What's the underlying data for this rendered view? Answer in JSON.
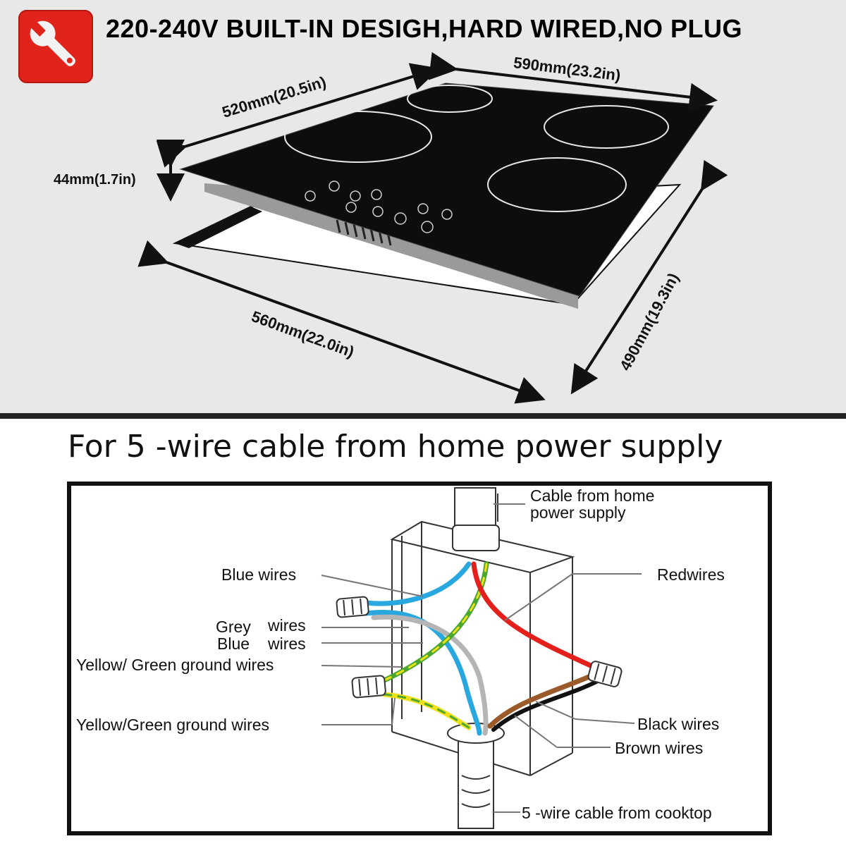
{
  "header": {
    "title": "220-240V BUILT-IN DESIGH,HARD WIRED,NO PLUG"
  },
  "dimensions": {
    "width_top": "590mm(23.2in)",
    "depth_top": "520mm(20.5in)",
    "height": "44mm(1.7in)",
    "cutout_width": "560mm(22.0in)",
    "cutout_depth": "490mm(19.3in)"
  },
  "wiring": {
    "title": "For 5 -wire cable from home power supply",
    "cable_home_line1": "Cable from home",
    "cable_home_line2": "power supply",
    "blue_wires": "Blue  wires",
    "red_wires": "Redwires",
    "grey_label": "Grey",
    "grey_wires": "wires",
    "blue2_label": "Blue",
    "blue2_wires": "wires",
    "yg_ground_1": "Yellow/ Green ground wires",
    "yg_ground_2": "Yellow/Green  ground wires",
    "black_wires": "Black wires",
    "brown_wires": "Brown wires",
    "cooktop_cable": "5 -wire cable from cooktop"
  },
  "colors": {
    "icon_bg": "#e0231b",
    "blue_wire": "#29a8e0",
    "red_wire": "#e3201b",
    "grey_wire": "#b5b5b5",
    "yellow_wire": "#f0e01a",
    "green_wire": "#4aa832",
    "brown_wire": "#9a5a2a",
    "black_wire": "#111111"
  },
  "icons": [
    "wrench-icon"
  ]
}
